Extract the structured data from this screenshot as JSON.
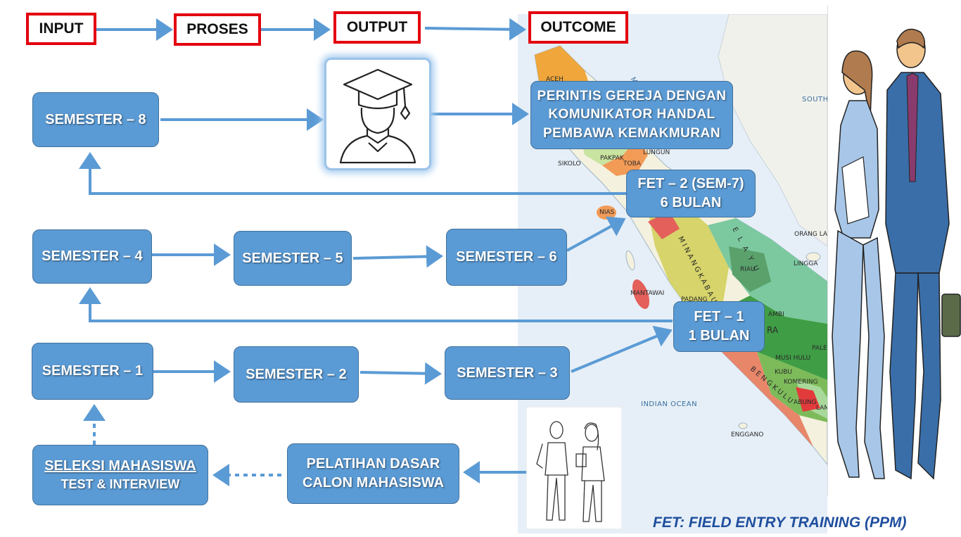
{
  "header": {
    "input": "INPUT",
    "proses": "PROSES",
    "output": "OUTPUT",
    "outcome": "OUTCOME"
  },
  "semesters": {
    "s1": "SEMESTER – 1",
    "s2": "SEMESTER – 2",
    "s3": "SEMESTER – 3",
    "s4": "SEMESTER – 4",
    "s5": "SEMESTER – 5",
    "s6": "SEMESTER – 6",
    "s8": "SEMESTER – 8"
  },
  "fet1": {
    "line1": "FET – 1",
    "line2": "1 BULAN"
  },
  "fet2": {
    "line1": "FET – 2 (SEM-7)",
    "line2": "6  BULAN"
  },
  "outcome_box": {
    "line1": "PERINTIS GEREJA DENGAN",
    "line2": "KOMUNIKATOR HANDAL",
    "line3": "PEMBAWA KEMAKMURAN"
  },
  "seleksi": {
    "line1": "SELEKSI MAHASISWA",
    "line2": "TEST & INTERVIEW"
  },
  "pelatihan": {
    "line1": "PELATIHAN DASAR",
    "line2": "CALON MAHASISWA"
  },
  "caption": "FET: FIELD ENTRY TRAINING  (PPM)",
  "map_labels": {
    "aceh": "ACEH",
    "malacca": "MALAC",
    "south": "SOUTH",
    "pakpak": "PAKPAK",
    "toba": "TOBA",
    "lungun": "LUNGUN",
    "sikolo": "SIKOLO",
    "nias": "NIAS",
    "minangkabau": "MINANGKABAU",
    "melayu": "E L A Y U",
    "orang_laut": "ORANG LAU",
    "riau": "RIAU",
    "lingga": "LINGGA",
    "mentawai": "MANTAWAI",
    "padang": "PADANG",
    "jambi": "AMBI",
    "ra": "RA",
    "palembang": "PALEM",
    "musi_hulu": "MUSI HULU",
    "kubu": "KUBU",
    "komering": "KOMERING",
    "bengkulu": "BENGKULU",
    "abung": "ABUNG",
    "lampung": "LAM",
    "indian_ocean": "INDIAN OCEAN",
    "enggano": "ENGGANO"
  }
}
